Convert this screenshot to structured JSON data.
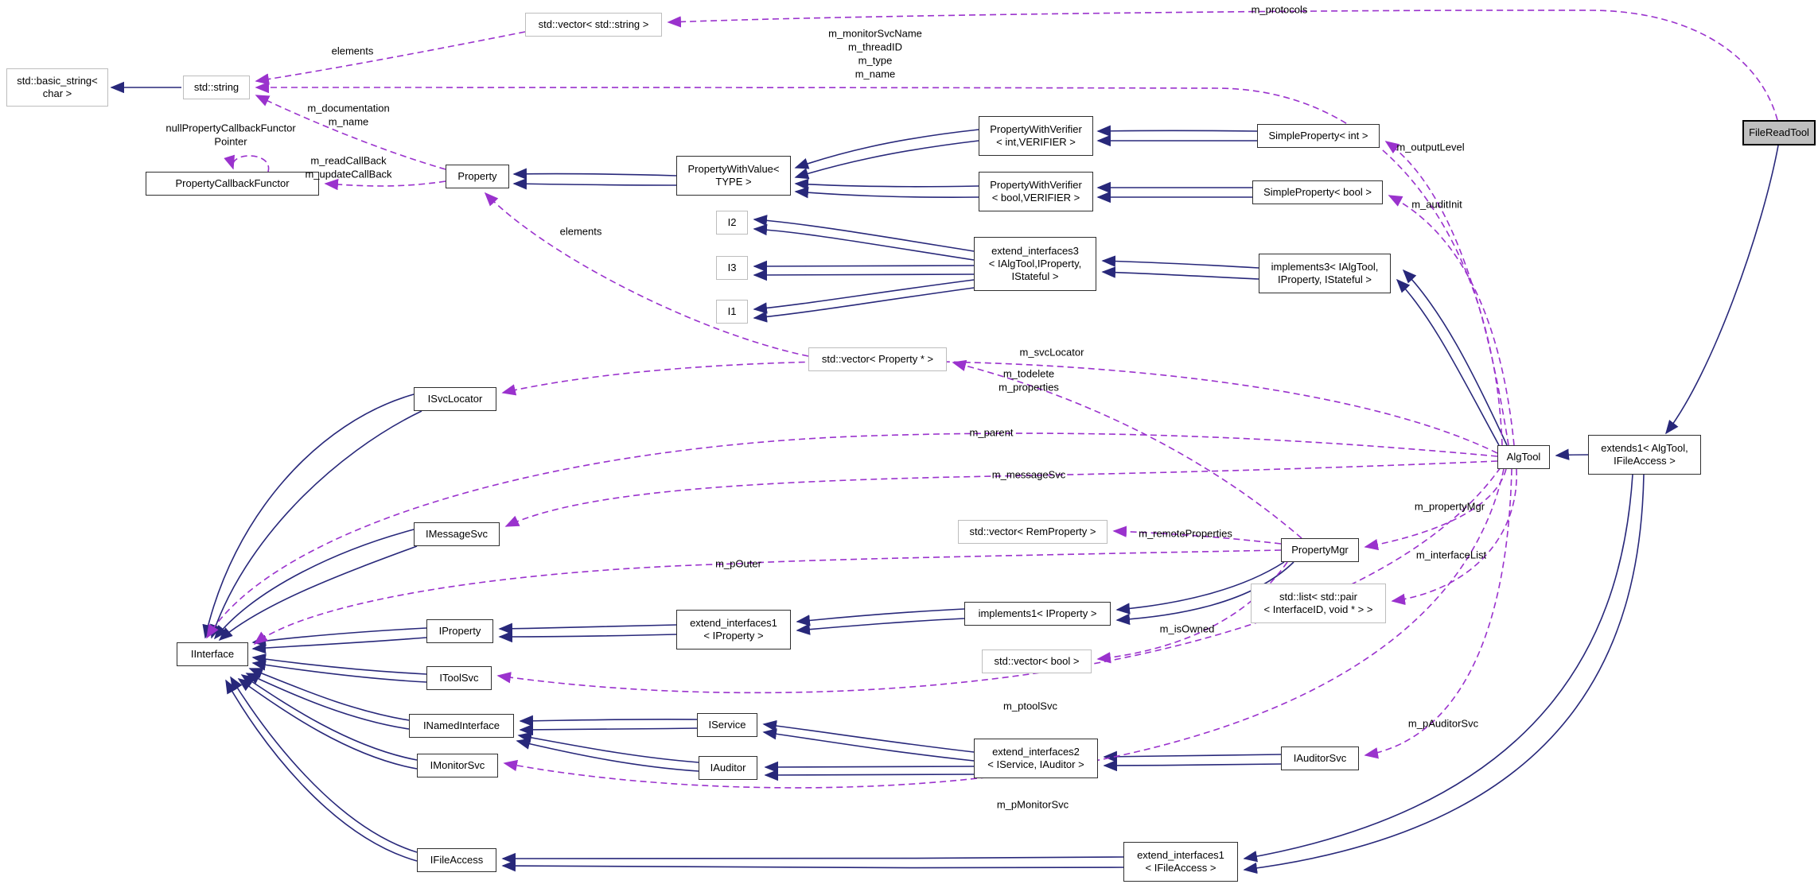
{
  "diagram": {
    "title": "FileReadTool collaboration graph",
    "colors": {
      "inheritance_edge": "#28287a",
      "usage_edge": "#9a32cd",
      "focus_fill": "#bfbfbf",
      "external_border": "#bdbdbd"
    },
    "nodes": [
      {
        "id": "vec-string",
        "label": "std::vector< std::string >"
      },
      {
        "id": "basic-string",
        "label": "std::basic_string<\nchar >"
      },
      {
        "id": "std-string",
        "label": "std::string"
      },
      {
        "id": "property-callback-functor",
        "label": "PropertyCallbackFunctor"
      },
      {
        "id": "property",
        "label": "Property"
      },
      {
        "id": "property-with-value",
        "label": "PropertyWithValue<\nTYPE >"
      },
      {
        "id": "property-with-verifier-int",
        "label": "PropertyWithVerifier\n< int,VERIFIER >"
      },
      {
        "id": "property-with-verifier-bool",
        "label": "PropertyWithVerifier\n< bool,VERIFIER >"
      },
      {
        "id": "simple-property-int",
        "label": "SimpleProperty< int >"
      },
      {
        "id": "simple-property-bool",
        "label": "SimpleProperty< bool >"
      },
      {
        "id": "i2",
        "label": "I2"
      },
      {
        "id": "i3",
        "label": "I3"
      },
      {
        "id": "i1",
        "label": "I1"
      },
      {
        "id": "extend-interfaces3",
        "label": "extend_interfaces3\n< IAlgTool,IProperty,\nIStateful >"
      },
      {
        "id": "implements3",
        "label": "implements3< IAlgTool,\nIProperty, IStateful >"
      },
      {
        "id": "vec-property",
        "label": "std::vector< Property * >"
      },
      {
        "id": "file-read-tool",
        "label": "FileReadTool"
      },
      {
        "id": "alg-tool",
        "label": "AlgTool"
      },
      {
        "id": "extends1",
        "label": "extends1< AlgTool,\nIFileAccess >"
      },
      {
        "id": "isvclocator",
        "label": "ISvcLocator"
      },
      {
        "id": "imessagesvc",
        "label": "IMessageSvc"
      },
      {
        "id": "iinterface",
        "label": "IInterface"
      },
      {
        "id": "iproperty",
        "label": "IProperty"
      },
      {
        "id": "extend-interfaces1-iproperty",
        "label": "extend_interfaces1\n< IProperty >"
      },
      {
        "id": "implements1-iproperty",
        "label": "implements1< IProperty >"
      },
      {
        "id": "vec-remproperty",
        "label": "std::vector< RemProperty >"
      },
      {
        "id": "property-mgr",
        "label": "PropertyMgr"
      },
      {
        "id": "std-list-pair",
        "label": "std::list< std::pair\n< InterfaceID, void * > >"
      },
      {
        "id": "vec-bool",
        "label": "std::vector< bool >"
      },
      {
        "id": "itoolsvc",
        "label": "IToolSvc"
      },
      {
        "id": "inamedinterface",
        "label": "INamedInterface"
      },
      {
        "id": "iservice",
        "label": "IService"
      },
      {
        "id": "imonitorsvc",
        "label": "IMonitorSvc"
      },
      {
        "id": "iauditor",
        "label": "IAuditor"
      },
      {
        "id": "extend-interfaces2",
        "label": "extend_interfaces2\n< IService, IAuditor >"
      },
      {
        "id": "iauditorsvc",
        "label": "IAuditorSvc"
      },
      {
        "id": "ifileaccess",
        "label": "IFileAccess"
      },
      {
        "id": "extend-interfaces1-ifileaccess",
        "label": "extend_interfaces1\n< IFileAccess >"
      }
    ],
    "edge_labels": [
      {
        "text": "elements"
      },
      {
        "text": "m_protocols"
      },
      {
        "text": "m_monitorSvcName"
      },
      {
        "text": "m_threadID"
      },
      {
        "text": "m_type"
      },
      {
        "text": "m_name"
      },
      {
        "text": "m_documentation"
      },
      {
        "text": "m_name"
      },
      {
        "text": "nullPropertyCallbackFunctor"
      },
      {
        "text": "Pointer"
      },
      {
        "text": "m_readCallBack"
      },
      {
        "text": "m_updateCallBack"
      },
      {
        "text": "m_outputLevel"
      },
      {
        "text": "m_auditInit"
      },
      {
        "text": "elements"
      },
      {
        "text": "m_svcLocator"
      },
      {
        "text": "m_todelete"
      },
      {
        "text": "m_properties"
      },
      {
        "text": "m_parent"
      },
      {
        "text": "m_messageSvc"
      },
      {
        "text": "m_propertyMgr"
      },
      {
        "text": "m_remoteProperties"
      },
      {
        "text": "m_interfaceList"
      },
      {
        "text": "m_pOuter"
      },
      {
        "text": "m_isOwned"
      },
      {
        "text": "m_ptoolSvc"
      },
      {
        "text": "m_pAuditorSvc"
      },
      {
        "text": "m_pMonitorSvc"
      }
    ]
  }
}
